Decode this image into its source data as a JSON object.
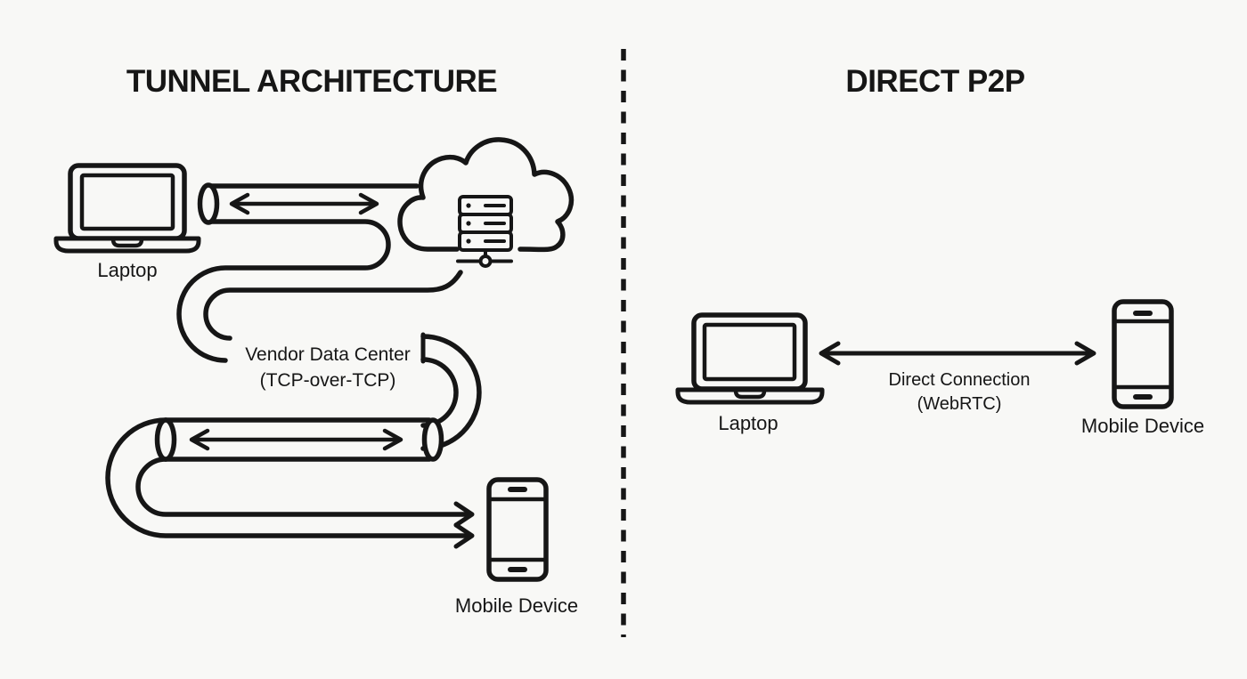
{
  "colors": {
    "background": "#f8f8f6",
    "ink": "#161616"
  },
  "divider": {
    "style": "dashed-vertical"
  },
  "left_panel": {
    "title": "TUNNEL ARCHITECTURE",
    "laptop_label": "Laptop",
    "tunnel_arrow": "bidirectional",
    "vendor_line1": "Vendor Data Center",
    "vendor_line2": "(TCP-over-TCP)",
    "mobile_label": "Mobile Device"
  },
  "right_panel": {
    "title": "DIRECT P2P",
    "laptop_label": "Laptop",
    "connection_arrow": "bidirectional",
    "connection_line1": "Direct Connection",
    "connection_line2": "(WebRTC)",
    "mobile_label": "Mobile Device"
  }
}
